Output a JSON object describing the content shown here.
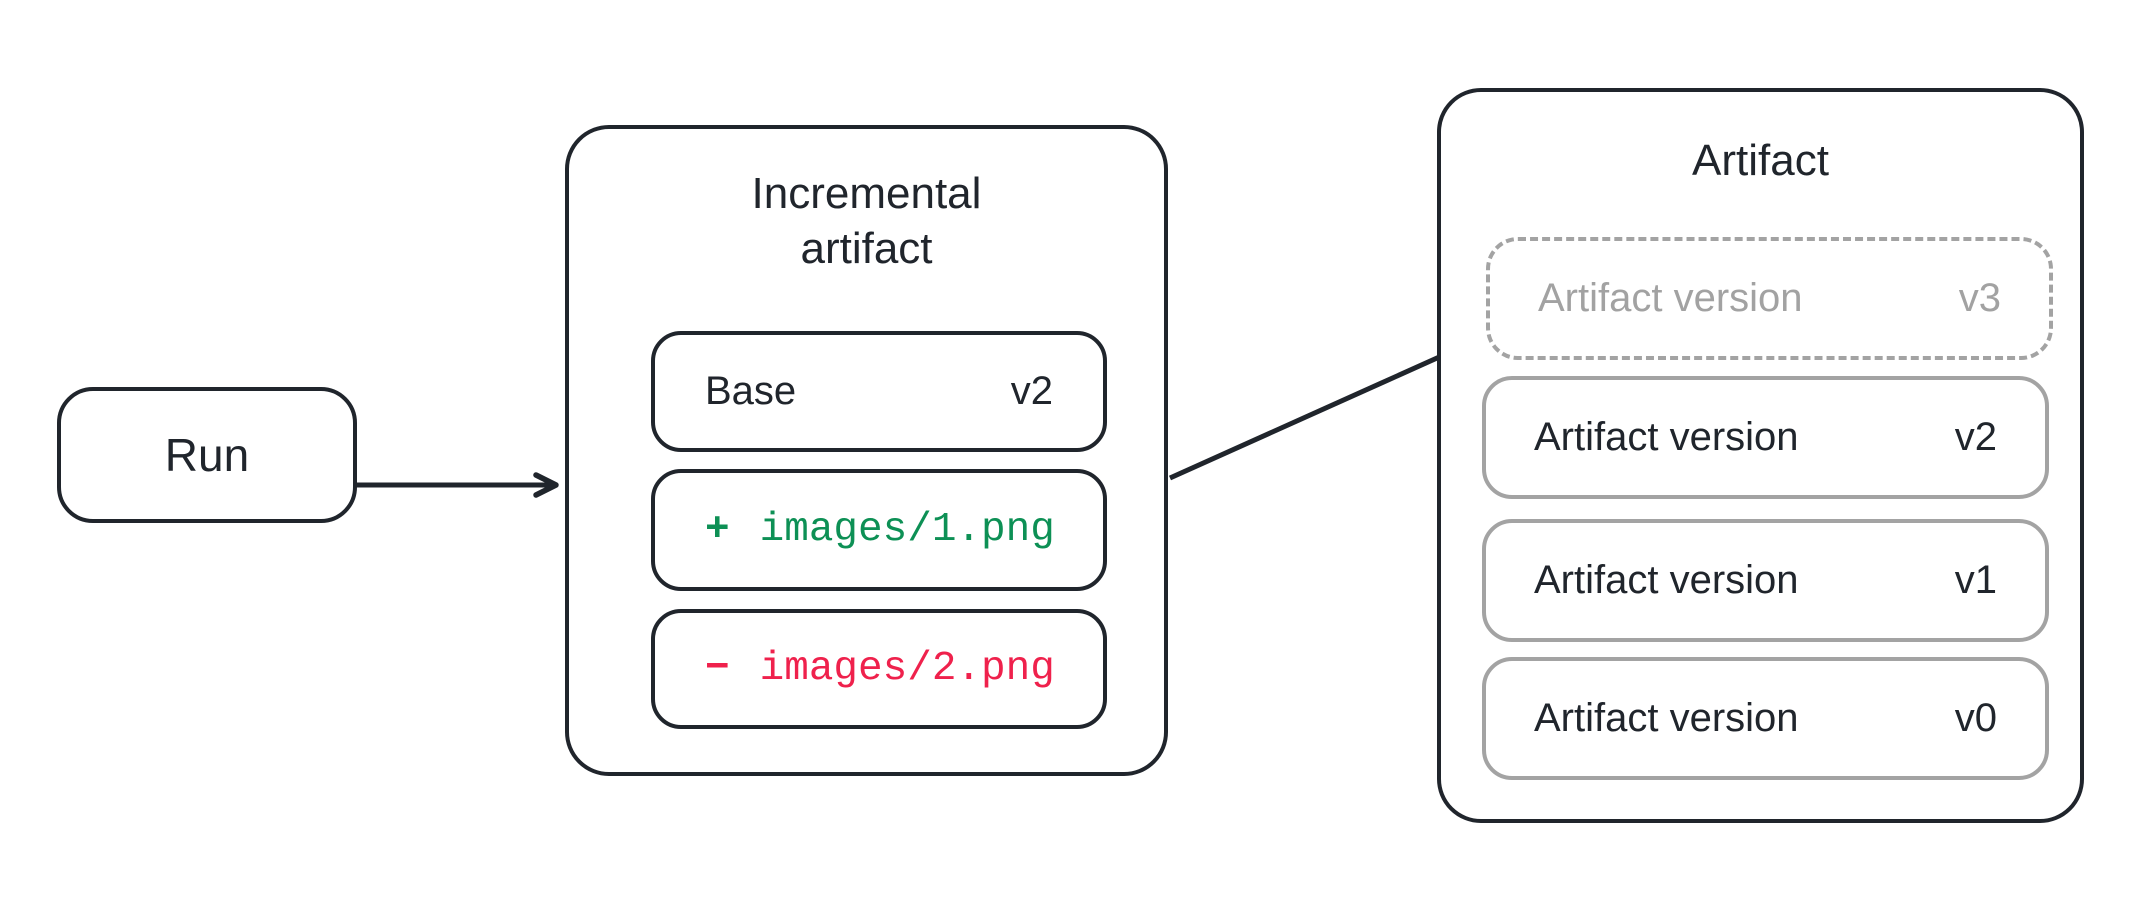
{
  "colors": {
    "stroke": "#20252c",
    "muted-border": "#a3a3a3",
    "muted-text": "#a2a2a2",
    "added": "#0d9055",
    "removed": "#ef214c"
  },
  "run": {
    "label": "Run"
  },
  "incremental": {
    "title": "Incremental artifact",
    "base": {
      "label": "Base",
      "version": "v2"
    },
    "added": {
      "symbol": "+",
      "path": "images/1.png"
    },
    "removed": {
      "symbol": "−",
      "path": "images/2.png"
    }
  },
  "artifact": {
    "title": "Artifact",
    "pending": {
      "label": "Artifact version",
      "version": "v3"
    },
    "versions": [
      {
        "label": "Artifact version",
        "version": "v2"
      },
      {
        "label": "Artifact version",
        "version": "v1"
      },
      {
        "label": "Artifact version",
        "version": "v0"
      }
    ]
  }
}
